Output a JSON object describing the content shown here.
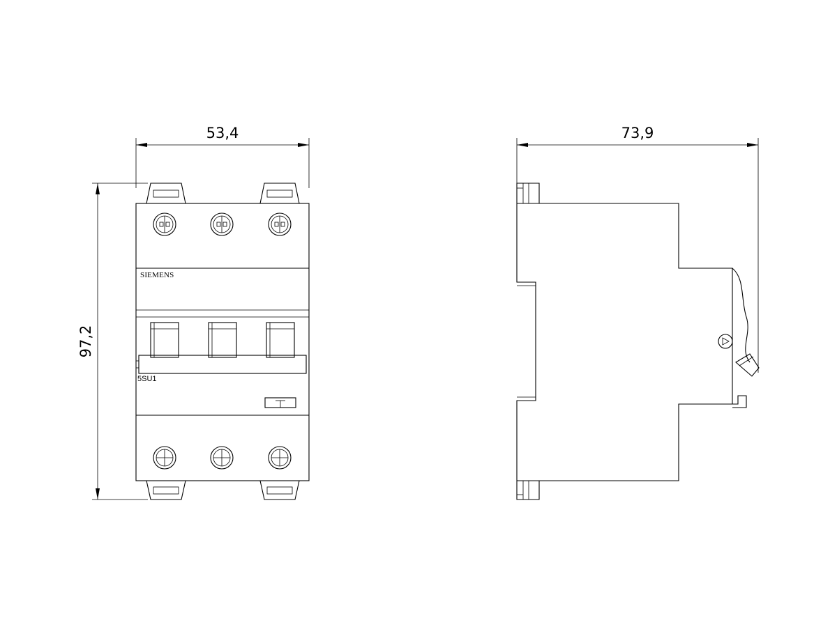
{
  "dimensions": {
    "front_width": "53,4",
    "front_height": "97,2",
    "side_depth": "73,9"
  },
  "front_view": {
    "brand_label": "SIEMENS",
    "type_label": "5SU1"
  }
}
